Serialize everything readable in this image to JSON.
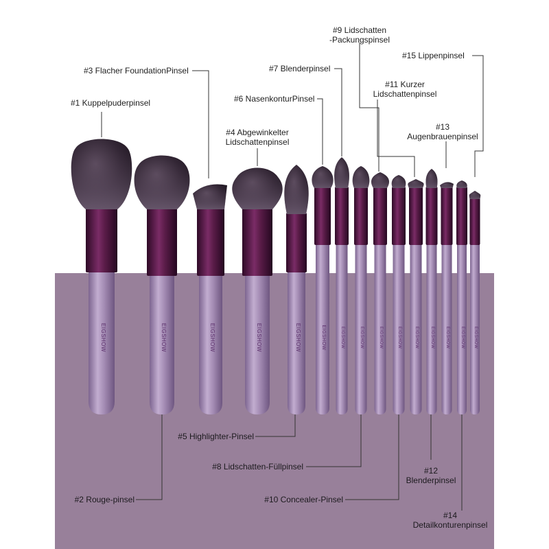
{
  "brand_mark": "EIGSHOW",
  "colors": {
    "backdrop": "#98809a",
    "handle": "#a98fb8",
    "ferrule": "#5a1c48",
    "bristle": "#2e2230",
    "leader_line": "#333333"
  },
  "labels": {
    "b1": "#1 Kuppelpuderpinsel",
    "b2": "#2 Rouge-pinsel",
    "b3": "#3 Flacher FoundationPinsel",
    "b4_line1": "#4 Abgewinkelter",
    "b4_line2": "Lidschattenpinsel",
    "b5": "#5 Highlighter-Pinsel",
    "b6": "#6 NasenkonturPinsel",
    "b7": "#7 Blenderpinsel",
    "b8": "#8 Lidschatten-Füllpinsel",
    "b9_line1": "#9 Lidschatten",
    "b9_line2": "-Packungspinsel",
    "b10": "#10 Concealer-Pinsel",
    "b11_line1": "#11 Kurzer",
    "b11_line2": "Lidschattenpinsel",
    "b12_line1": "#12",
    "b12_line2": "Blenderpinsel",
    "b13_line1": "#13",
    "b13_line2": "Augenbrauenpinsel",
    "b14_line1": "#14",
    "b14_line2": "Detailkonturenpinsel",
    "b15": "#15 Lippenpinsel"
  }
}
